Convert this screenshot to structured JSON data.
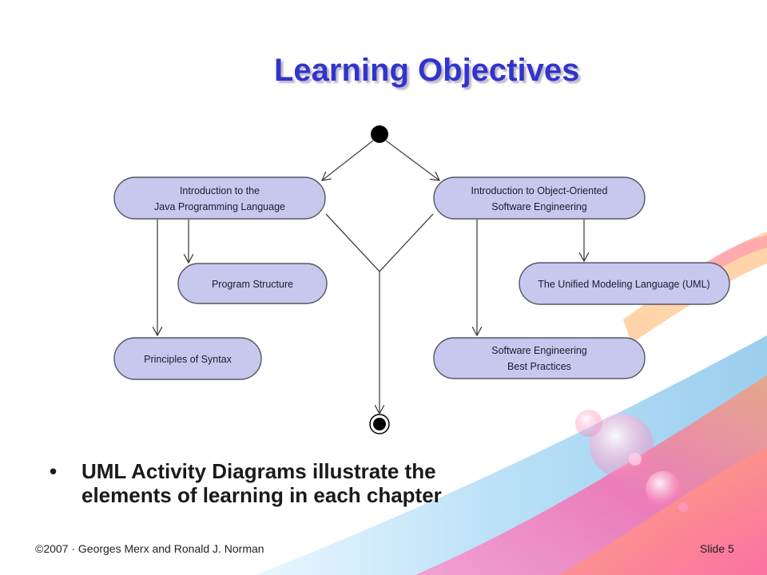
{
  "title": "Learning Objectives",
  "diagram": {
    "nodes": {
      "java_intro_line1": "Introduction to the",
      "java_intro_line2": "Java Programming Language",
      "program_structure": "Program Structure",
      "principles_syntax": "Principles of Syntax",
      "oo_intro_line1": "Introduction to Object-Oriented",
      "oo_intro_line2": "Software Engineering",
      "uml": "The Unified Modeling Language (UML)",
      "best_practices_line1": "Software Engineering",
      "best_practices_line2": "Best Practices"
    }
  },
  "bullet": {
    "symbol": "•",
    "line1": "UML Activity Diagrams illustrate the",
    "line2": "elements of learning in each chapter"
  },
  "footer": {
    "copyright": "©2007 · Georges Merx and Ronald J. Norman",
    "slide": "Slide 5"
  },
  "colors": {
    "title": "#3333cc",
    "node_fill": "#c8c8ee",
    "node_stroke": "#555566"
  }
}
